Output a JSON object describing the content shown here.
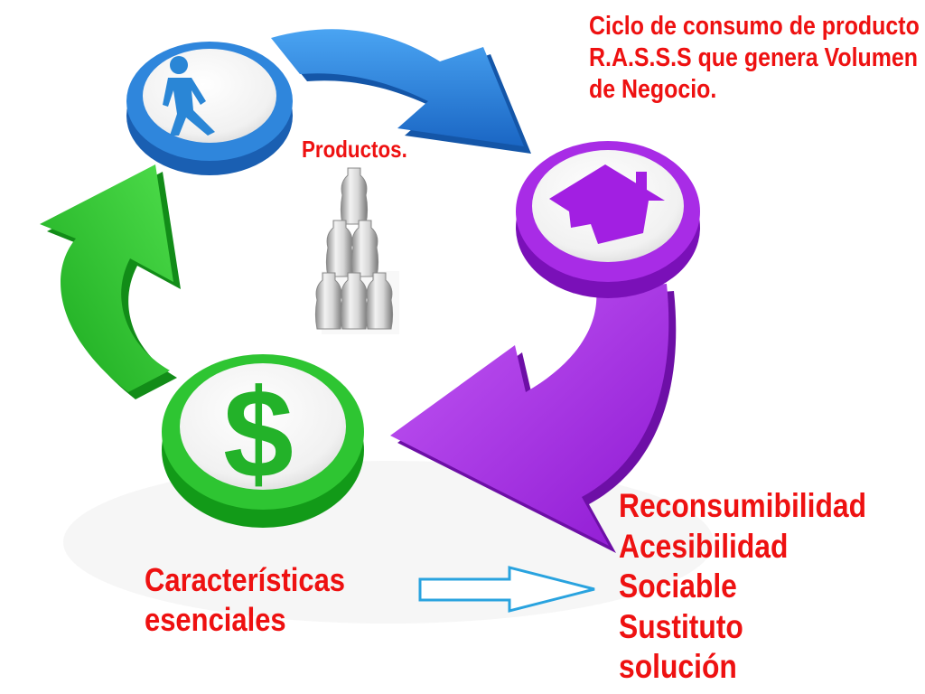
{
  "title": {
    "lines": [
      "Ciclo de consumo de producto",
      "R.A.S.S.S que genera Volumen",
      "de Negocio."
    ]
  },
  "products_label": "Productos.",
  "features_label": {
    "lines": [
      "Características",
      "esenciales"
    ]
  },
  "attributes": [
    "Reconsumibilidad",
    "Acesibilidad",
    "Sociable",
    "Sustituto",
    "solución"
  ],
  "cycle_stages": [
    {
      "icon": "person-icon",
      "color": "#2b7fd8"
    },
    {
      "icon": "house-icon",
      "color": "#a824e8"
    },
    {
      "icon": "dollar-icon",
      "color": "#28c12c"
    }
  ],
  "colors": {
    "text_red": "#ee1111",
    "blue": "#2b7fd8",
    "blue_dark": "#1b5fb0",
    "purple": "#a520e6",
    "purple_dark": "#7d12b4",
    "green": "#27c02a",
    "green_dark": "#169a1c",
    "pointer_outline": "#29a3df"
  }
}
